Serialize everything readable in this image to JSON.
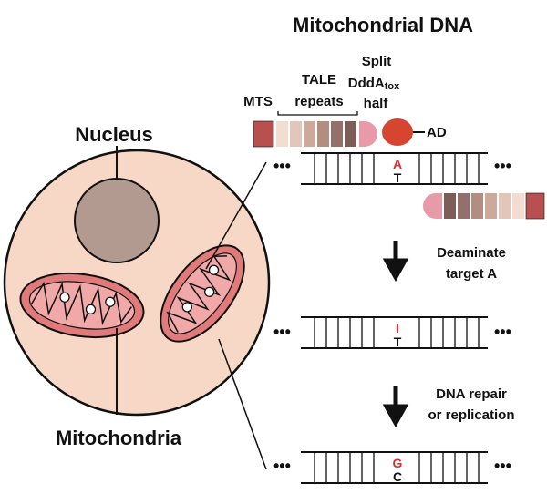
{
  "title": "Mitochondrial DNA",
  "cell": {
    "nucleus_label": "Nucleus",
    "mitochondria_label": "Mitochondria"
  },
  "construct": {
    "mts_label": "MTS",
    "tale_label_line1": "TALE",
    "tale_label_line2": "repeats",
    "split_label_line1": "Split",
    "split_label_line2_main": "DddA",
    "split_label_line2_sub": "tox",
    "split_label_line3": "half",
    "ad_label": "AD"
  },
  "dna": {
    "ellipsis": "•••",
    "step1_top": "A",
    "step1_bottom": "T",
    "step2_top": "I",
    "step2_bottom": "T",
    "step3_top": "G",
    "step3_bottom": "C"
  },
  "steps": {
    "deaminate_line1": "Deaminate",
    "deaminate_line2": "target A",
    "repair_line1": "DNA repair",
    "repair_line2": "or replication"
  },
  "colors": {
    "cell_fill": "#f7d8c6",
    "nucleus_fill": "#b29a90",
    "mito_outer": "#e17a7a",
    "mito_inner": "#c54545",
    "mts_color": "#b85050",
    "tale_colors": [
      "#f3dcd0",
      "#e2c6ba",
      "#cda99c",
      "#b48d81",
      "#95706a",
      "#7d5d58"
    ],
    "dddA_half": "#e89aa8",
    "ad_fill": "#d5452f",
    "highlight_base": "#e32b2b"
  }
}
